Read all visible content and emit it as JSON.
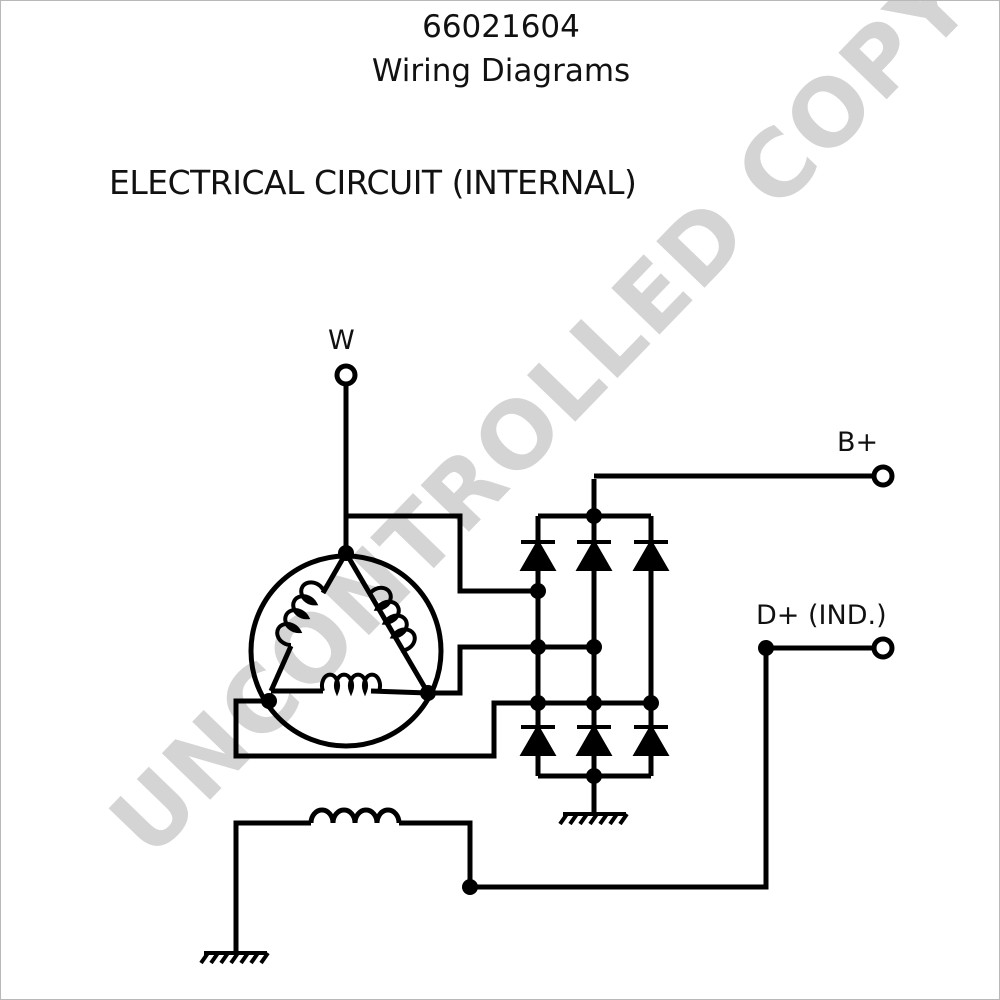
{
  "header": {
    "part_number": "66021604",
    "title": "Wiring Diagrams"
  },
  "diagram": {
    "section_title": "ELECTRICAL CIRCUIT (INTERNAL)",
    "terminals": {
      "w": "W",
      "b_plus": "B+",
      "d_plus": "D+ (IND.)"
    }
  },
  "watermark": {
    "text": "UNCONTROLLED COPY",
    "color": "#d4d4d4"
  },
  "colors": {
    "line": "#000000",
    "background": "#ffffff"
  }
}
